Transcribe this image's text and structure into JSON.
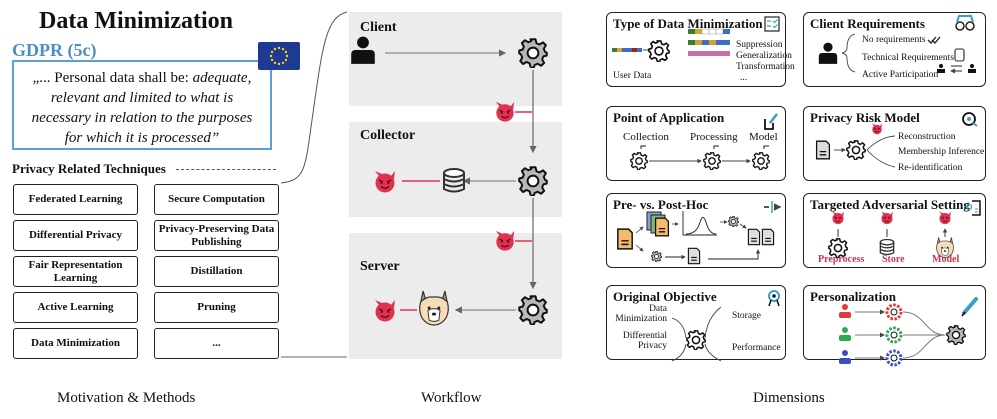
{
  "motivation": {
    "title": "Data Minimization",
    "gdpr_label": "GDPR (5c)",
    "quote_plain": "„... Personal data shall be: ",
    "quote_italic": "adequate, relevant and limited to what is necessary in relation to the purposes for which it is processed”",
    "flag_icon": "eu-flag-icon",
    "techniques_heading": "Privacy Related Techniques",
    "techniques": [
      [
        "Federated Learning",
        "Secure Computation"
      ],
      [
        "Differential Privacy",
        "Privacy-Preserving Data Publishing"
      ],
      [
        "Fair Representation Learning",
        "Distillation"
      ],
      [
        "Active Learning",
        "Pruning"
      ],
      [
        "Data Minimization",
        "..."
      ]
    ]
  },
  "workflow": {
    "stages": [
      "Client",
      "Collector",
      "Server"
    ],
    "icons": [
      "user-icon",
      "gear-icon",
      "database-icon",
      "alpaca-model-icon",
      "devil-adversary-icon"
    ]
  },
  "dimensions": {
    "type_of_dm": {
      "title": "Type of Data Minimization",
      "input_label": "User Data",
      "methods": [
        "Suppression",
        "Generalization",
        "Transformation",
        "..."
      ]
    },
    "client_requirements": {
      "title": "Client Requirements",
      "items": [
        "No requirements",
        "Technical Requirements",
        "Active Participation"
      ]
    },
    "point_of_application": {
      "title": "Point of Application",
      "steps": [
        "Collection",
        "Processing",
        "Model"
      ]
    },
    "privacy_risk_model": {
      "title": "Privacy Risk Model",
      "risks": [
        "Reconstruction",
        "Membership Inference",
        "Re-identification"
      ]
    },
    "pre_post_hoc": {
      "title": "Pre- vs. Post-Hoc"
    },
    "targeted_adversarial": {
      "title": "Targeted Adversarial Setting",
      "targets": [
        "Preprocess",
        "Store",
        "Model"
      ],
      "target_color": "#d6304f"
    },
    "original_objective": {
      "title": "Original Objective",
      "left": [
        "Data Minimization",
        "Differential Privacy"
      ],
      "right": [
        "Storage",
        "Performance"
      ]
    },
    "personalization": {
      "title": "Personalization",
      "user_colors": [
        "#e03a3a",
        "#2fa84f",
        "#3a4fc4"
      ]
    }
  },
  "captions": [
    "Motivation & Methods",
    "Workflow",
    "Dimensions"
  ],
  "colors": {
    "gdpr_blue": "#4a90c4",
    "devil_red": "#e0314f",
    "panel_gray": "#ececec"
  }
}
